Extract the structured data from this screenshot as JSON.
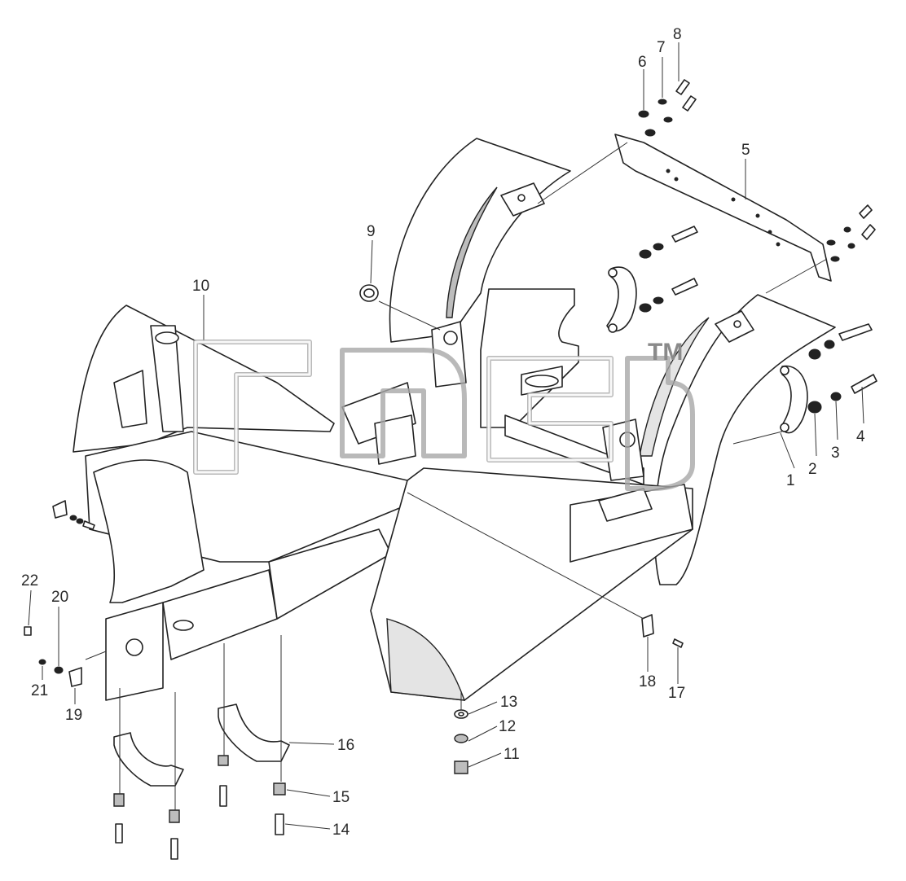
{
  "diagram": {
    "watermark_mark": "TM",
    "callouts": [
      {
        "id": "c1",
        "text": "1"
      },
      {
        "id": "c2",
        "text": "2"
      },
      {
        "id": "c3",
        "text": "3"
      },
      {
        "id": "c4",
        "text": "4"
      },
      {
        "id": "c5",
        "text": "5"
      },
      {
        "id": "c6",
        "text": "6"
      },
      {
        "id": "c7",
        "text": "7"
      },
      {
        "id": "c8",
        "text": "8"
      },
      {
        "id": "c9",
        "text": "9"
      },
      {
        "id": "c10",
        "text": "10"
      },
      {
        "id": "c11",
        "text": "11"
      },
      {
        "id": "c12",
        "text": "12"
      },
      {
        "id": "c13",
        "text": "13"
      },
      {
        "id": "c14",
        "text": "14"
      },
      {
        "id": "c15",
        "text": "15"
      },
      {
        "id": "c16",
        "text": "16"
      },
      {
        "id": "c17",
        "text": "17"
      },
      {
        "id": "c18",
        "text": "18"
      },
      {
        "id": "c19",
        "text": "19"
      },
      {
        "id": "c20",
        "text": "20"
      },
      {
        "id": "c21",
        "text": "21"
      },
      {
        "id": "c22",
        "text": "22"
      }
    ]
  }
}
